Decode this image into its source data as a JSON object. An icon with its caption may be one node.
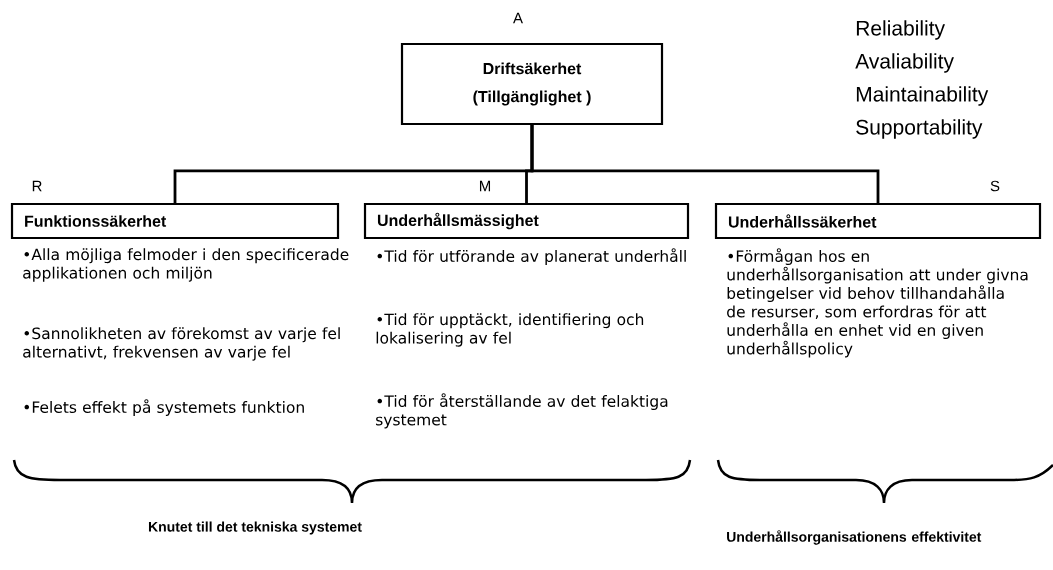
{
  "diagram": {
    "nodes": [
      {
        "text": [
          "Driftsäkerhet",
          "(Tillgänglighet )"
        ]
      },
      {
        "text": [
          "Funktionssäkerhet"
        ]
      },
      {
        "text": [
          "Underhållsmässighet"
        ]
      },
      {
        "text": [
          "Underhållssäkerhet"
        ]
      }
    ],
    "edges": [
      {
        "from": 0,
        "to": 1,
        "arrow": "none"
      },
      {
        "from": 0,
        "to": 2,
        "arrow": "none"
      },
      {
        "from": 0,
        "to": 3,
        "arrow": "none"
      }
    ],
    "labels": [
      "A",
      "Reliability",
      "Avaliability",
      "Maintainability",
      "Supportability",
      "R",
      "M",
      "S",
      "•Alla möjliga felmoder i den specificerade applikationen och miljön",
      "•Sannolikheten av förekomst av varje fel alternativt, frekvensen av varje fel",
      "•Felets effekt på systemets funktion",
      "•Tid för utförande av planerat underhåll",
      "•Tid för upptäckt, identifiering och lokalisering av fel",
      "•Tid för återställande av det felaktiga systemet",
      "•Förmågan hos en underhållsorganisation att under givna betingelser vid behov tillhandahålla de resurser, som erfordras för att underhålla en enhet vid en given underhållspolicy",
      "Knutet till det tekniska systemet",
      "Underhållsorganisationens effektivitet"
    ]
  }
}
